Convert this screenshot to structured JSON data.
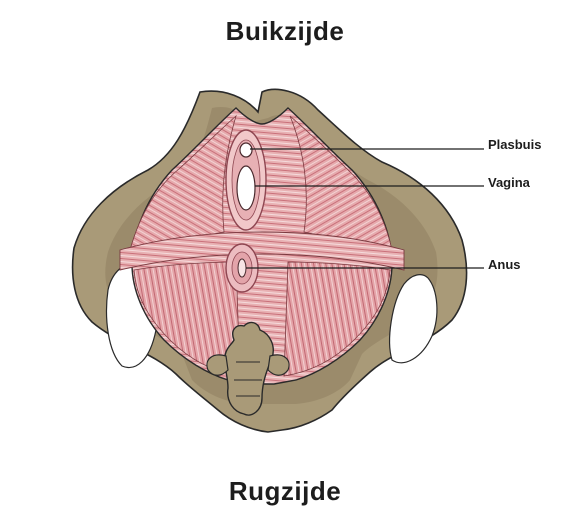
{
  "titles": {
    "top": "Buikzijde",
    "bottom": "Rugzijde"
  },
  "callouts": [
    {
      "label": "Plasbuis"
    },
    {
      "label": "Vagina"
    },
    {
      "label": "Anus"
    }
  ],
  "colors": {
    "bone": "#a99a78",
    "bone_shadow": "#8f8061",
    "muscle": "#e5a9ab",
    "muscle_dark": "#c96f76",
    "outline": "#2a2a2a"
  }
}
